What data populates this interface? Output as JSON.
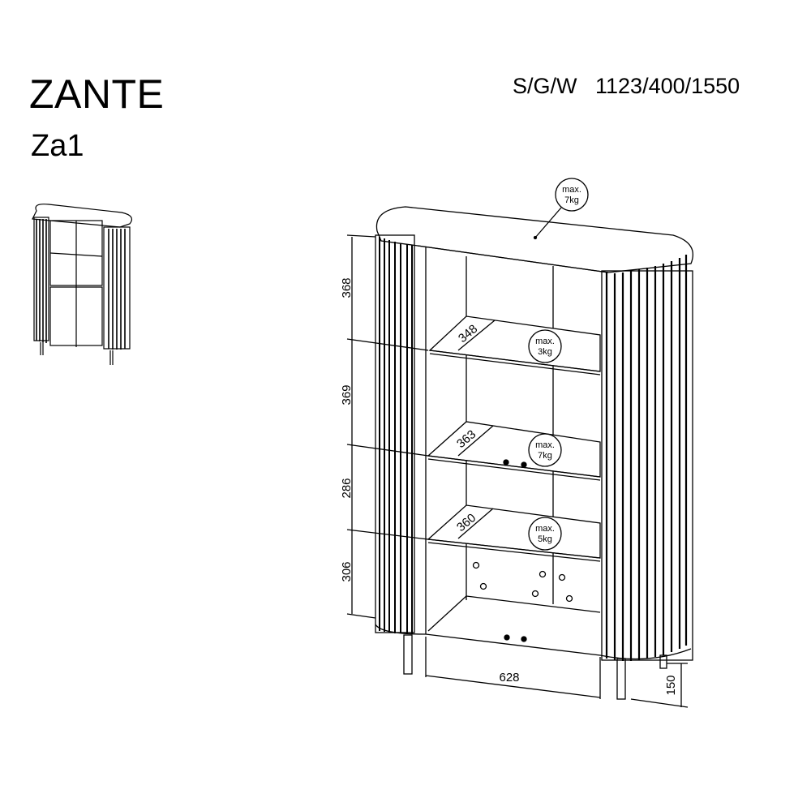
{
  "header": {
    "product_name": "ZANTE",
    "model_code": "Za1",
    "dimensions_label": "S/G/W",
    "dimensions_value": "1123/400/1550"
  },
  "drawing": {
    "vertical_dimensions": [
      "368",
      "369",
      "286",
      "306"
    ],
    "shelf_depths": [
      "348",
      "363",
      "360"
    ],
    "width_dimension": "628",
    "leg_height": "150",
    "load_badges": [
      {
        "line1": "max.",
        "line2": "7kg",
        "location": "top"
      },
      {
        "line1": "max.",
        "line2": "3kg",
        "location": "shelf-1"
      },
      {
        "line1": "max.",
        "line2": "7kg",
        "location": "shelf-2"
      },
      {
        "line1": "max.",
        "line2": "5kg",
        "location": "shelf-3"
      }
    ]
  }
}
